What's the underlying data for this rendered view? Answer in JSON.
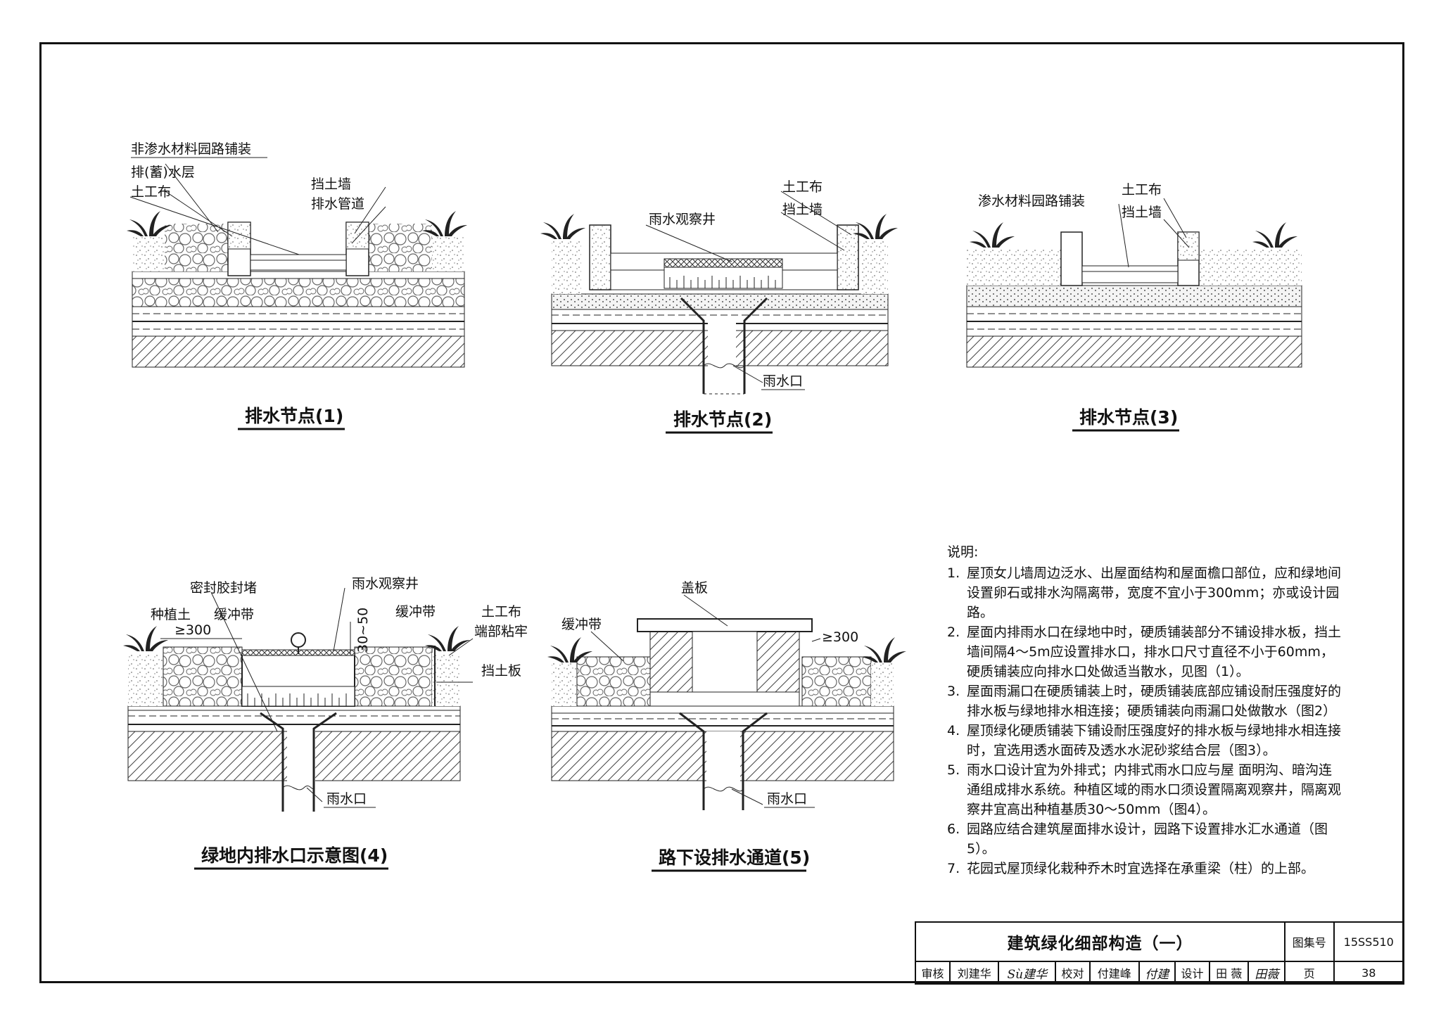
{
  "diagrams": [
    {
      "caption": "排水节点(1)",
      "labels": [
        "非渗水材料园路铺装",
        "排(蓄)水层",
        "土工布",
        "挡土墙",
        "排水管道"
      ]
    },
    {
      "caption": "排水节点(2)",
      "labels": [
        "雨水观察井",
        "土工布",
        "挡土墙",
        "雨水口"
      ]
    },
    {
      "caption": "排水节点(3)",
      "labels": [
        "渗水材料园路铺装",
        "土工布",
        "挡土墙"
      ]
    },
    {
      "caption": "绿地内排水口示意图(4)",
      "labels": [
        "密封胶封堵",
        "雨水观察井",
        "种植土",
        "缓冲带",
        "缓冲带",
        "土工布",
        "端部粘牢",
        "挡土板",
        "≥300",
        "30~50",
        "雨水口"
      ]
    },
    {
      "caption": "路下设排水通道(5)",
      "labels": [
        "盖板",
        "缓冲带",
        "≥300",
        "雨水口"
      ]
    }
  ],
  "notes": {
    "title": "说明:",
    "items": [
      {
        "num": "1.",
        "text": "屋顶女儿墙周边泛水、出屋面结构和屋面檐口部位，应和绿地间设置卵石或排水沟隔离带，宽度不宜小于300mm；亦或设计园路。"
      },
      {
        "num": "2.",
        "text": "屋面内排雨水口在绿地中时，硬质铺装部分不铺设排水板，挡土墙间隔4～5m应设置排水口，排水口尺寸直径不小于60mm，硬质铺装应向排水口处做适当散水，见图（1）。"
      },
      {
        "num": "3.",
        "text": "屋面雨漏口在硬质铺装上时，硬质铺装底部应铺设耐压强度好的排水板与绿地排水相连接；硬质铺装向雨漏口处做散水（图2）"
      },
      {
        "num": "4.",
        "text": "屋顶绿化硬质铺装下铺设耐压强度好的排水板与绿地排水相连接时，宜选用透水面砖及透水水泥砂浆结合层（图3）。"
      },
      {
        "num": "5.",
        "text": "雨水口设计宜为外排式；内排式雨水口应与屋 面明沟、暗沟连通组成排水系统。种植区域的雨水口须设置隔离观察井，隔离观察井宜高出种植基质30～50mm（图4）。"
      },
      {
        "num": "6.",
        "text": "园路应结合建筑屋面排水设计，园路下设置排水汇水通道（图5）。"
      },
      {
        "num": "7.",
        "text": "花园式屋顶绿化栽种乔木时宜选择在承重梁（柱）的上部。"
      }
    ]
  },
  "title_block": {
    "title": "建筑绿化细部构造（一）",
    "atlas_label": "图集号",
    "atlas_no": "15SS510",
    "review_label": "审核",
    "reviewer": "刘建华",
    "reviewer_sig": "Sù建华",
    "check_label": "校对",
    "checker": "付建峰",
    "checker_sig": "付建",
    "design_label": "设计",
    "designer": "田  薇",
    "designer_sig": "田薇",
    "page_label": "页",
    "page_no": "38"
  }
}
